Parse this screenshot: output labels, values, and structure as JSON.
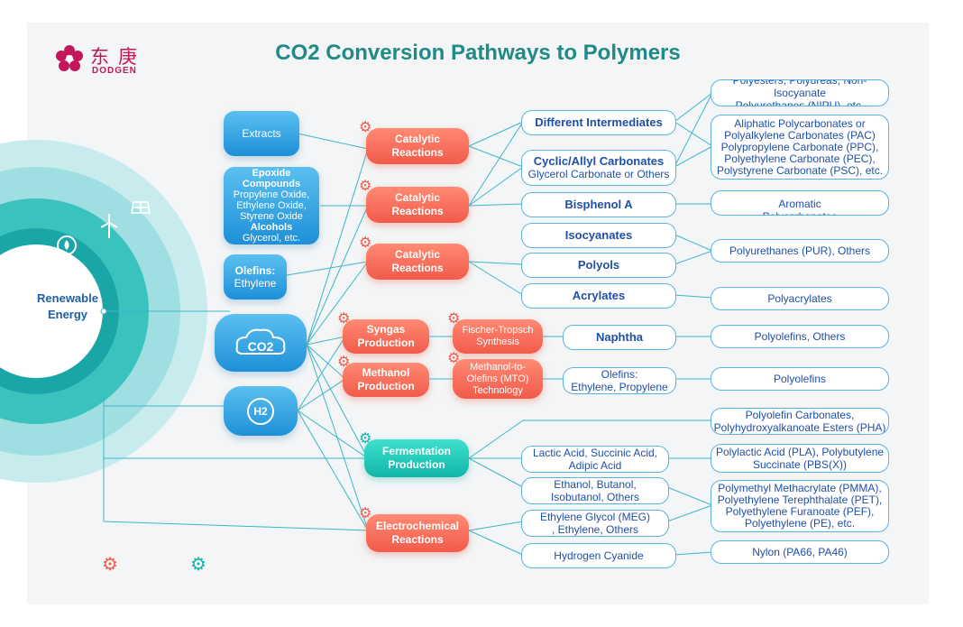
{
  "title": "CO2 Conversion Pathways to Polymers",
  "logo": {
    "chinese": "东庚",
    "brand": "DODGEN"
  },
  "source": {
    "label": "Renewable\nEnergy"
  },
  "inputs": {
    "extracts": "Extracts",
    "epoxide_title": "Epoxide Compounds",
    "epoxide_items": "Propylene Oxide, Ethylene Oxide, Styrene Oxide",
    "alcohols_title": "Alcohols",
    "alcohols_items": "Glycerol, etc.",
    "olefins_title": "Olefins:",
    "olefins_items": "Ethylene",
    "co2": "CO2",
    "h2": "H2"
  },
  "processes": {
    "catalytic_1": "Catalytic Reactions",
    "catalytic_2": "Catalytic Reactions",
    "catalytic_3": "Catalytic Reactions",
    "syngas": "Syngas Production",
    "methanol": "Methanol Production",
    "fermentation": "Fermentation Production",
    "electrochemical": "Electrochemical Reactions",
    "fischer_tropsch": "Fischer-Tropsch Synthesis",
    "mto": "Methanol-to-Olefins (MTO) Technology"
  },
  "intermediates": {
    "different": "Different Intermediates",
    "cyclic_title": "Cyclic/Allyl Carbonates",
    "cyclic_sub": "Glycerol Carbonate or Others",
    "bisphenol": "Bisphenol A",
    "isocyanates": "Isocyanates",
    "polyols": "Polyols",
    "acrylates": "Acrylates",
    "naphtha": "Naphtha",
    "olefins_ep": "Olefins:\nEthylene, Propylene",
    "lactic": "Lactic Acid, Succinic Acid,\nAdipic Acid",
    "ethanol": "Ethanol, Butanol,\nIsobutanol, Others",
    "meg": "Ethylene Glycol (MEG)\n, Ethylene, Others",
    "hcn": "Hydrogen Cyanide"
  },
  "products": {
    "nipu": "Polyesters, Polyureas, Non-Isocyanate\nPolyurethanes (NIPU), etc.",
    "pac": "Aliphatic Polycarbonates or\nPolyalkylene Carbonates (PAC)\nPolypropylene Carbonate (PPC),\nPolyethylene Carbonate (PEC),\nPolystyrene Carbonate (PSC), etc.",
    "aromatic": "Aromatic\nPolycarbonates",
    "pur": "Polyurethanes (PUR), Others",
    "polyacrylates": "Polyacrylates",
    "polyolefins_others": "Polyolefins, Others",
    "polyolefins": "Polyolefins",
    "pha": "Polyolefin Carbonates,\nPolyhydroxyalkanoate Esters (PHA)",
    "pla": "Polylactic Acid (PLA), Polybutylene\nSuccinate (PBS(X))",
    "pmma": "Polymethyl Methacrylate (PMMA),\nPolyethylene Terephthalate (PET),\nPolyethylene Furanoate (PEF),\nPolyethylene (PE), etc.",
    "nylon": "Nylon (PA66, PA46)"
  },
  "colors": {
    "teal": "#1f8a86",
    "red": "#f25a4a",
    "blue": "#1e8fd8",
    "line": "#3bb7c9"
  },
  "icons": [
    "flower-logo-icon",
    "solar-panel-icon",
    "wind-turbine-icon",
    "water-drop-icon",
    "cloud-icon",
    "gear-icon"
  ]
}
